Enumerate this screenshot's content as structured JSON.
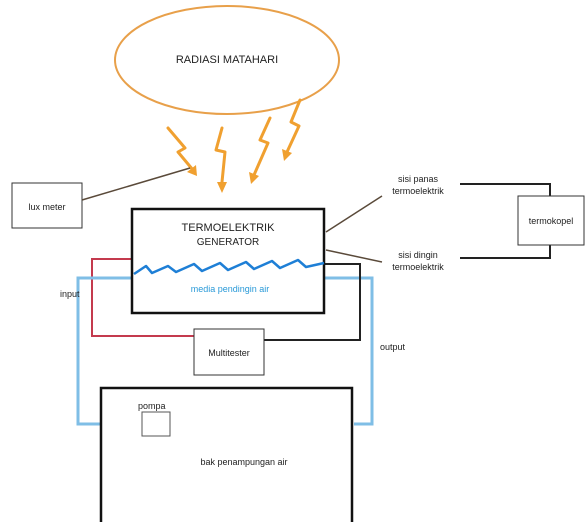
{
  "diagram": {
    "sun_label": "RADIASI MATAHARI",
    "lux_meter_label": "lux meter",
    "teg_title_line1": "TERMOELEKTRIK",
    "teg_title_line2": "GENERATOR",
    "cooling_media_label": "media pendingin air",
    "hot_side_line1": "sisi panas",
    "hot_side_line2": "termoelektrik",
    "cold_side_line1": "sisi dingin",
    "cold_side_line2": "termoelektrik",
    "thermocouple_label": "termokopel",
    "multitester_label": "Multitester",
    "input_label": "input",
    "output_label": "output",
    "pump_label": "pompa",
    "tank_label": "bak penampungan air",
    "colors": {
      "sun_outline": "#E8A04A",
      "ray": "#F0A030",
      "red_wire": "#C43A4E",
      "water_pipe": "#7FBEE6",
      "cooling_line": "#1E7FD6",
      "cooling_text": "#2A9AD8",
      "black": "#000000",
      "dark_line": "#5A4A3A"
    }
  }
}
